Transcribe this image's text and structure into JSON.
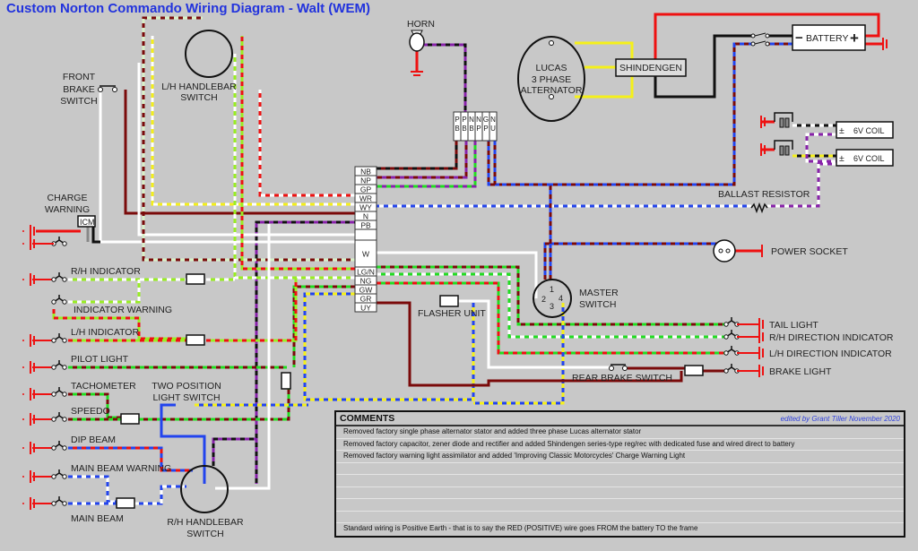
{
  "title": "Custom Norton Commando Wiring Diagram - Walt (WEM)",
  "components": {
    "horn": "HORN",
    "alternator": [
      "LUCAS",
      "3 PHASE",
      "ALTERNATOR"
    ],
    "regulator": "SHINDENGEN",
    "battery": {
      "neg": "−",
      "label": "BATTERY",
      "pos": "+"
    },
    "coil_1": {
      "sign": "±",
      "label": "6V COIL"
    },
    "coil_2": {
      "sign": "±",
      "label": "6V COIL"
    },
    "ballast_resistor": "BALLAST RESISTOR",
    "front_brake_switch": [
      "FRONT",
      "BRAKE",
      "SWITCH"
    ],
    "lh_handlebar_switch": [
      "L/H HANDLEBAR",
      "SWITCH"
    ],
    "rh_handlebar_switch": [
      "R/H HANDLEBAR",
      "SWITCH"
    ],
    "charge_warning": [
      "CHARGE",
      "WARNING"
    ],
    "icm": "ICM",
    "two_position_light_switch": [
      "TWO POSITION",
      "LIGHT SWITCH"
    ],
    "flasher_unit": "FLASHER UNIT",
    "master_switch": {
      "label": [
        "MASTER",
        "SWITCH"
      ],
      "terminals": [
        "1",
        "2",
        "3",
        "4"
      ]
    },
    "power_socket": "POWER SOCKET",
    "rear_brake_switch": "REAR BRAKE SWITCH"
  },
  "connector_block": [
    "NB",
    "NP",
    "GP",
    "WR",
    "WY",
    "N",
    "PB",
    "",
    "W",
    "LG/N",
    "NG",
    "GW",
    "GR",
    "UY"
  ],
  "horn_connector": [
    "P\nB",
    "P\nB",
    "N\nB",
    "N\nP",
    "G\nP",
    "N\nU"
  ],
  "horn_connector_letters": [
    [
      "P",
      "B"
    ],
    [
      "P",
      "B"
    ],
    [
      "N",
      "B"
    ],
    [
      "N",
      "P"
    ],
    [
      "G",
      "P"
    ],
    [
      "N",
      "U"
    ]
  ],
  "left_lamps": [
    "R/H INDICATOR",
    "INDICATOR WARNING",
    "L/H INDICATOR",
    "PILOT LIGHT",
    "TACHOMETER",
    "SPEEDO",
    "DIP BEAM",
    "MAIN BEAM WARNING",
    "MAIN BEAM"
  ],
  "right_lamps": [
    "TAIL LIGHT",
    "R/H DIRECTION INDICATOR",
    "L/H DIRECTION INDICATOR",
    "BRAKE LIGHT"
  ],
  "wire_colors": {
    "red": "#ee1111",
    "black": "#111111",
    "brown": "#7a0a0a",
    "purple": "#8822aa",
    "green": "#22dd22",
    "lightgreen": "#99ee22",
    "white": "#ffffff",
    "yellow": "#f5f01a",
    "blue": "#2244ee",
    "paleGreen": "#d8f0c8",
    "grey": "#888888"
  },
  "comments": {
    "header": "COMMENTS",
    "editor": "edited by Grant Tiller November 2020",
    "rows": [
      "Removed factory single phase alternator stator and added three phase Lucas alternator stator",
      "Removed factory capacitor, zener diode and rectifier and added Shindengen series-type reg/rec with dedicated fuse and wired direct to battery",
      "Removed factory warning light assimilator and added 'Improving Classic Motorcycles' Charge Warning Light",
      "",
      "",
      "",
      "",
      ""
    ],
    "footer": "Standard wiring is Positive Earth - that is to say the RED (POSITIVE) wire goes FROM the battery TO the frame"
  }
}
